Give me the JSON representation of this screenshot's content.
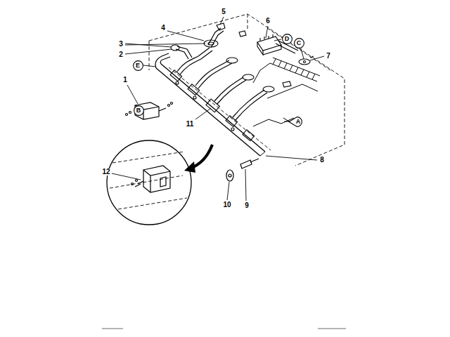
{
  "diagram": {
    "nodes": [
      {
        "text": [
          "D"
        ]
      },
      {
        "text": [
          "C"
        ]
      },
      {
        "text": [
          "E"
        ]
      },
      {
        "text": [
          "B"
        ]
      },
      {
        "text": [
          "A"
        ]
      }
    ],
    "edges": [],
    "labels": [
      "5",
      "4",
      "6",
      "3",
      "2",
      "7",
      "1",
      "11",
      "8",
      "12",
      "10",
      "9"
    ]
  }
}
